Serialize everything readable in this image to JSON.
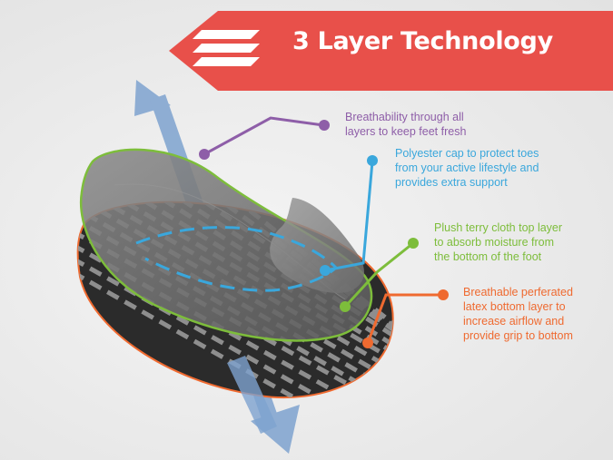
{
  "banner": {
    "title": "3 Layer Technology",
    "color": "#e8504a",
    "icon": "stacked-layers-icon"
  },
  "callouts": [
    {
      "id": "breathability",
      "color": "#8e5ea8",
      "lines": [
        "Breathability through all",
        "layers to keep feet fresh"
      ]
    },
    {
      "id": "polyester-cap",
      "color": "#3aa7dc",
      "lines": [
        "Polyester cap to protect toes",
        "from your active lifestyle and",
        "provides extra support"
      ]
    },
    {
      "id": "terry-cloth",
      "color": "#7dbd3b",
      "lines": [
        "Plush terry cloth top layer",
        "to absorb moisture from",
        "the bottom of the foot"
      ]
    },
    {
      "id": "latex-bottom",
      "color": "#ef6a30",
      "lines": [
        "Breathable perferated",
        "latex bottom layer to",
        "increase airflow and",
        "provide grip to bottom"
      ]
    }
  ],
  "colors": {
    "arrow": "#7ea3cf",
    "insole_top": "#6e6e6e",
    "insole_bottom_stripes": "#9a9a9a"
  }
}
